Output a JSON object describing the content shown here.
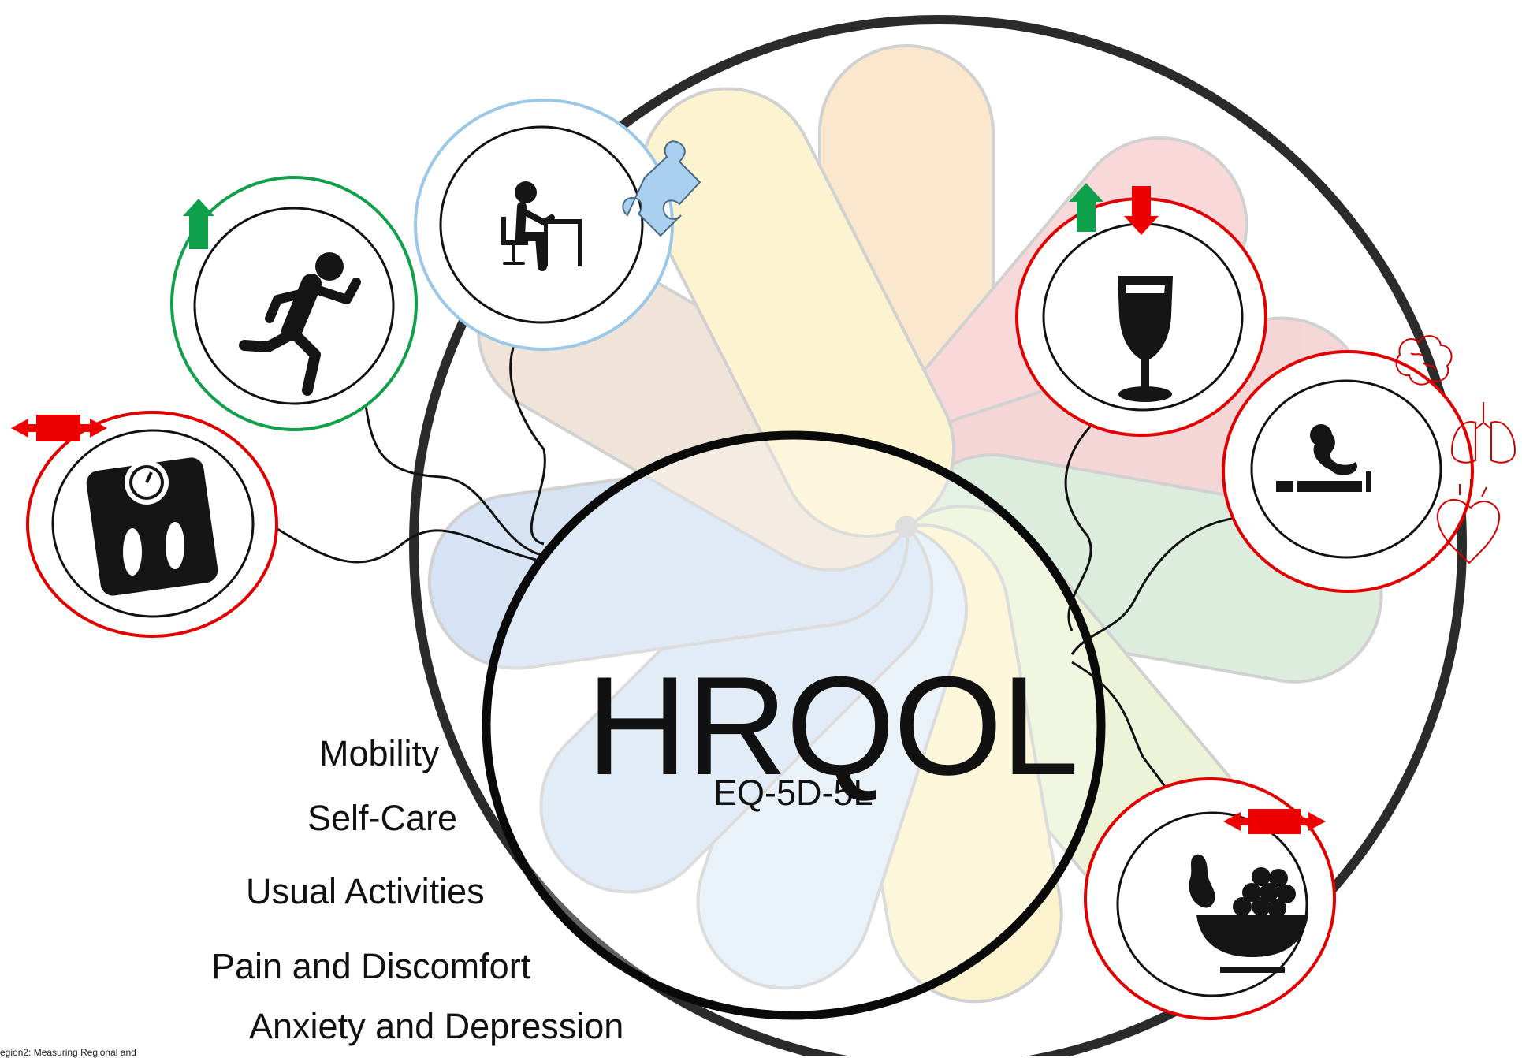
{
  "center": {
    "title": "HRQOL",
    "subtitle": "EQ-5D-5L"
  },
  "dimensions": [
    "Mobility",
    "Self-Care",
    "Usual Activities",
    "Pain and Discomfort",
    "Anxiety and Depression"
  ],
  "caption": "egion2: Measuring Regional and",
  "factors": [
    {
      "name": "body-weight",
      "icon": "weighing-scale-icon",
      "ring_color": "#e00000",
      "indicator": "bidirectional-arrow"
    },
    {
      "name": "physical-activity",
      "icon": "running-person-icon",
      "ring_color": "#11a04a",
      "indicator": "up-arrow"
    },
    {
      "name": "sedentary-work",
      "icon": "person-at-desk-icon",
      "ring_color": "#9cc8e8",
      "indicator": "puzzle-piece"
    },
    {
      "name": "alcohol",
      "icon": "wine-glass-icon",
      "ring_color": "#e00000",
      "indicator": "up-down-arrows"
    },
    {
      "name": "smoking",
      "icon": "cigarette-icon",
      "ring_color": "#e00000",
      "indicator": "organ-icons"
    },
    {
      "name": "diet",
      "icon": "fruit-bowl-icon",
      "ring_color": "#e00000",
      "indicator": "bidirectional-arrow"
    }
  ],
  "colors": {
    "petal_blue": "#c8daf0",
    "petal_yellow": "#f9efbf",
    "petal_orange": "#fbe0c0",
    "petal_red": "#f6cccc",
    "petal_green": "#cfe8d4",
    "petal_tan": "#eadccd",
    "ring_dark": "#2a2a2a",
    "arrow_green": "#0ea04a",
    "arrow_red": "#ee0000"
  }
}
